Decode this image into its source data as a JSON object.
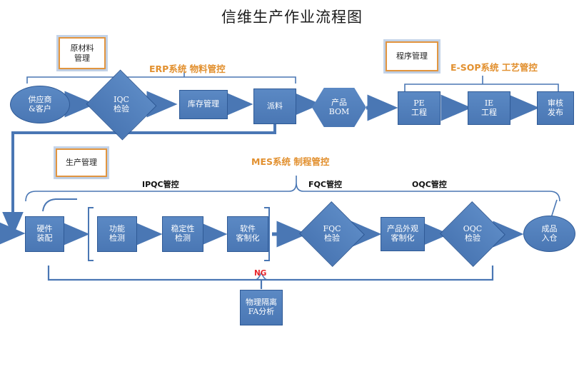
{
  "title": "信维生产作业流程图",
  "colors": {
    "shape_fill": "#4a77b4",
    "shape_border": "#2f5a96",
    "callout_border": "#e2953f",
    "system_label": "#e2902f",
    "connector": "#4a77b4",
    "ng_text": "#e8252a"
  },
  "callouts": [
    {
      "name": "raw-material-management",
      "text": "原材料\n管理"
    },
    {
      "name": "program-management",
      "text": "程序管理"
    },
    {
      "name": "production-management",
      "text": "生产管理"
    }
  ],
  "system_labels": [
    {
      "name": "erp",
      "text": "ERP系统  物料管控"
    },
    {
      "name": "esop",
      "text": "E-SOP系统  工艺管控"
    },
    {
      "name": "mes",
      "text": "MES系统   制程管控"
    }
  ],
  "qc_labels": [
    {
      "name": "ipqc",
      "text": "IPQC管控"
    },
    {
      "name": "fqc",
      "text": "FQC管控"
    },
    {
      "name": "oqc",
      "text": "OQC管控"
    }
  ],
  "ng_label": "NG",
  "rows": {
    "erp_flow": [
      {
        "name": "supplier-customer",
        "shape": "ellipse",
        "text": "供应商\n&客户"
      },
      {
        "name": "iqc-inspection",
        "shape": "diamond",
        "text": "IQC\n检验"
      },
      {
        "name": "inventory-management",
        "shape": "rect",
        "text": "库存管理"
      },
      {
        "name": "material-dispatch",
        "shape": "rect",
        "text": "派料"
      }
    ],
    "esop_flow": [
      {
        "name": "product-bom",
        "shape": "hexagon",
        "text": "产品\nBOM"
      },
      {
        "name": "pe-engineering",
        "shape": "rect",
        "text": "PE\n工程"
      },
      {
        "name": "ie-engineering",
        "shape": "rect",
        "text": "IE\n工程"
      },
      {
        "name": "review-release",
        "shape": "rect",
        "text": "审核\n发布"
      }
    ],
    "mes_flow": [
      {
        "name": "hardware-assembly",
        "shape": "rect",
        "text": "硬件\n装配"
      },
      {
        "name": "function-test",
        "shape": "rect",
        "text": "功能\n检测"
      },
      {
        "name": "stability-test",
        "shape": "rect",
        "text": "稳定性\n检测"
      },
      {
        "name": "software-customization",
        "shape": "rect",
        "text": "软件\n客制化"
      },
      {
        "name": "fqc-inspection",
        "shape": "diamond",
        "text": "FQC\n检验"
      },
      {
        "name": "product-appearance-customization",
        "shape": "rect",
        "text": "产品外观\n客制化"
      },
      {
        "name": "oqc-inspection",
        "shape": "diamond",
        "text": "OQC\n检验"
      },
      {
        "name": "finished-goods-warehouse",
        "shape": "ellipse",
        "text": "成品\n入仓"
      }
    ],
    "ng_flow": [
      {
        "name": "physical-isolation-fa-analysis",
        "shape": "rect",
        "text": "物理隔离\nFA分析"
      }
    ]
  }
}
